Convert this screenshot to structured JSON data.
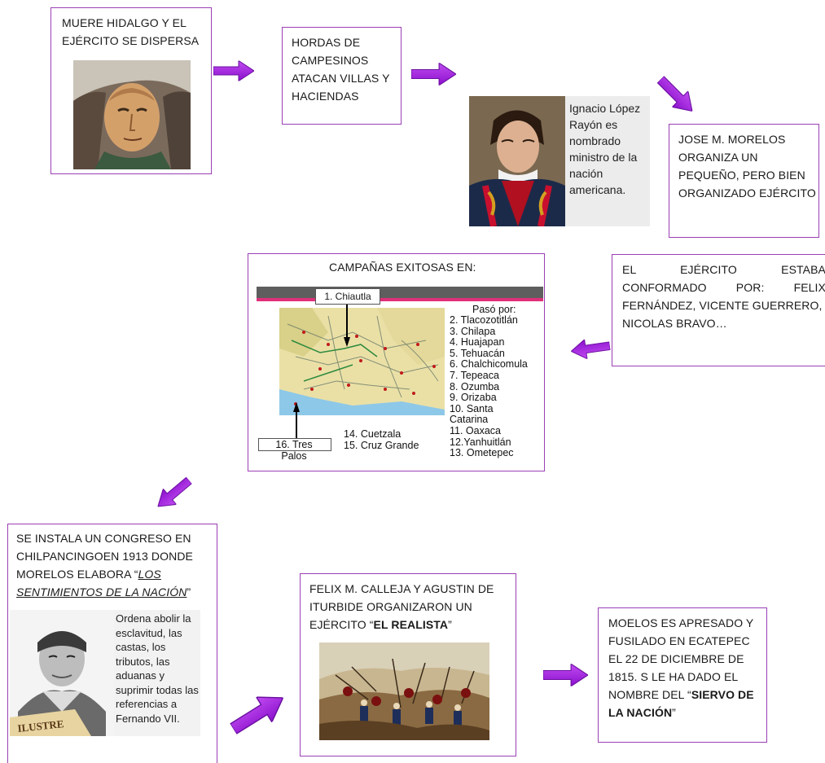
{
  "nodes": {
    "hidalgo": {
      "text": "MUERE HIDALGO Y EL EJÉRCITO SE DISPERSA"
    },
    "hordas": {
      "text": "HORDAS DE CAMPESINOS ATACAN VILLAS Y HACIENDAS"
    },
    "rayon": {
      "text": "Ignacio López Rayón es nombrado ministro de la nación americana."
    },
    "morelos": {
      "text": "JOSE M. MORELOS ORGANIZA UN PEQUEÑO, PERO BIEN ORGANIZADO EJÉRCITO"
    },
    "ejercito": {
      "line1": "EL EJÉRCITO ESTABA",
      "line2": "CONFORMADO POR: FELIX",
      "line3": "FERNÁNDEZ, VICENTE GUERRERO,",
      "line4": "NICOLAS BRAVO…"
    },
    "campanas": {
      "title": "CAMPAÑAS EXITOSAS EN:",
      "start_label": "1. Chiautla",
      "paso_label": "Pasó por:",
      "list": [
        "2. Tlacozotitlán",
        "3. Chilapa",
        "4. Huajapan",
        "5. Tehuacán",
        "6. Chalchicomula",
        "7. Tepeaca",
        "8. Ozumba",
        "9. Orizaba",
        "10. Santa",
        "Catarina",
        "11. Oaxaca",
        "12.Yanhuitlán",
        "13. Ometepec"
      ],
      "extra1": "14. Cuetzala",
      "extra2": "15. Cruz Grande",
      "end_label1": "16. Tres",
      "end_label2": "Palos"
    },
    "congreso": {
      "text_before": "SE INSTALA UN CONGRESO EN CHILPANCINGOEN 1913 DONDE MORELOS ELABORA “",
      "emph": "LOS SENTIMIENTOS DE LA NACIÓN",
      "text_after": "”",
      "side": "Ordena abolir la esclavitud, las castas, los tributos, las aduanas y suprimir todas las referencias a Fernando VII.",
      "doc_label": "ILUSTRE"
    },
    "calleja": {
      "text_before": "FELIX M. CALLEJA Y AGUSTIN DE ITURBIDE ORGANIZARON UN EJÉRCITO “",
      "bold": "EL REALISTA",
      "text_after": "”"
    },
    "apresado": {
      "text_before": "MOELOS ES APRESADO Y FUSILADO EN ECATEPEC EL 22 DE DICIEMBRE DE 1815. S LE HA DADO EL NOMBRE DEL “",
      "bold": "SIERVO DE LA NACIÓN",
      "text_after": "”"
    }
  },
  "colors": {
    "box_border": "#9b3fb5",
    "arrow_fill": "#a21fe0",
    "arrow_stroke": "#6a10a0"
  }
}
